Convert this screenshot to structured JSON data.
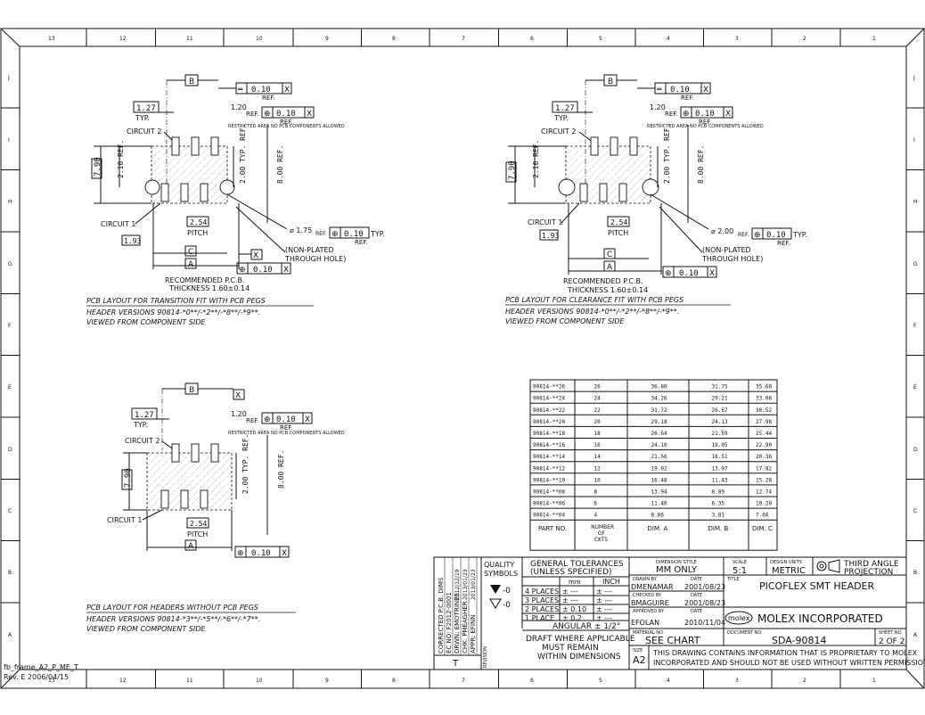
{
  "zones_top": [
    "13",
    "12",
    "11",
    "10",
    "9",
    "8",
    "7",
    "6",
    "5",
    "4",
    "3",
    "2",
    "1"
  ],
  "zones_side": [
    "J",
    "I",
    "H",
    "G",
    "F",
    "E",
    "D",
    "C",
    "B",
    "A"
  ],
  "layouts": [
    {
      "pitch_label": "1.27",
      "typ": "TYP.",
      "l20": "1.20",
      "ref": "REF.",
      "ref_box": "0.10",
      "circuit2": "CIRCUIT 2",
      "circuit1": "CIRCUIT 1",
      "restricted": "RESTRICTED AREA NO PCB COMPONENTS ALLOWED",
      "h790": "7.90",
      "h210": "2.10 REF.",
      "h200": "2.00 TYP. REF.",
      "h800": "8.00 REF.",
      "pitch_box": "2.54",
      "pitch_word": "PITCH",
      "w193": "1.93",
      "dia": "⌀ 1.75",
      "dia_tol": "0.10",
      "dia_typ": "TYP.",
      "ref2": "REF.",
      "np1": "(NON-PLATED",
      "np2": "THROUGH HOLE)",
      "pcb1": "RECOMMENDED P.C.B.",
      "pcb2": "THICKNESS 1.60±0.14",
      "cap1": "PCB LAYOUT FOR TRANSITION FIT WITH PCB PEGS",
      "cap2": "HEADER VERSIONS 90814-*0**/-*2**/-*8**/-*9**.",
      "cap3": "VIEWED FROM COMPONENT SIDE"
    },
    {
      "pitch_label": "1.27",
      "typ": "TYP.",
      "l20": "1.20",
      "ref": "REF.",
      "ref_box": "0.10",
      "circuit2": "CIRCUIT 2",
      "circuit1": "CIRCUIT 1",
      "restricted": "RESTRICTED AREA NO PCB COMPONENTS ALLOWED",
      "h790": "7.90",
      "h210": "2.10 REF.",
      "h200": "2.00 TYP. REF.",
      "h800": "8.00 REF.",
      "pitch_box": "2.54",
      "pitch_word": "PITCH",
      "w193": "1.93",
      "dia": "⌀ 2.00",
      "dia_tol": "0.10",
      "dia_typ": "TYP.",
      "ref2": "REF.",
      "np1": "(NON-PLATED",
      "np2": "THROUGH HOLE)",
      "pcb1": "RECOMMENDED P.C.B.",
      "pcb2": "THICKNESS 1.60±0.14",
      "cap1": "PCB LAYOUT FOR CLEARANCE FIT WITH PCB PEGS",
      "cap2": "HEADER VERSIONS 90814-*0**/-*2**/-*8**/-*9**.",
      "cap3": "VIEWED FROM COMPONENT SIDE"
    },
    {
      "pitch_label": "1.27",
      "typ": "TYP.",
      "l20": "1.20",
      "ref": "REF.",
      "ref_box": "0.10",
      "circuit2": "CIRCUIT 2",
      "circuit1": "CIRCUIT 1",
      "restricted": "RESTRICTED AREA NO PCB COMPONENTS ALLOWED",
      "h790": "7.90",
      "h200": "2.00 TYP. REF.",
      "h800": "8.00 REF.",
      "pitch_box": "2.54",
      "pitch_word": "PITCH",
      "cap1": "PCB LAYOUT FOR HEADERS WITHOUT PCB PEGS",
      "cap2": "HEADER VERSIONS 90814-*3**/-*5**/-*6**/-*7**.",
      "cap3": "VIEWED FROM COMPONENT SIDE"
    }
  ],
  "table": {
    "headers": [
      "PART NO.",
      "NUMBER OF CKTS",
      "DIM. A",
      "DIM. B",
      "DIM. C"
    ],
    "rows": [
      [
        "90814-**26",
        "26",
        "36.80",
        "31.75",
        "35.60"
      ],
      [
        "90814-**24",
        "24",
        "34.26",
        "29.21",
        "33.06"
      ],
      [
        "90814-**22",
        "22",
        "31.72",
        "26.67",
        "30.52"
      ],
      [
        "90814-**20",
        "20",
        "29.18",
        "24.13",
        "27.98"
      ],
      [
        "90814-**18",
        "18",
        "26.64",
        "21.59",
        "25.44"
      ],
      [
        "90814-**16",
        "16",
        "24.10",
        "19.05",
        "22.90"
      ],
      [
        "90814-**14",
        "14",
        "21.56",
        "16.51",
        "20.36"
      ],
      [
        "90814-**12",
        "12",
        "19.02",
        "13.97",
        "17.82"
      ],
      [
        "90814-**10",
        "10",
        "16.48",
        "11.43",
        "15.28"
      ],
      [
        "90814-**08",
        "8",
        "13.94",
        "8.89",
        "12.74"
      ],
      [
        "90814-**06",
        "6",
        "11.40",
        "6.35",
        "10.20"
      ],
      [
        "90814-**04",
        "4",
        "8.86",
        "3.81",
        "7.66"
      ]
    ]
  },
  "title_block": {
    "quality": "QUALITY SYMBOLS",
    "gen_tol1": "GENERAL TOLERANCES",
    "gen_tol2": "(UNLESS SPECIFIED)",
    "mm": "mm",
    "inch": "INCH",
    "places": [
      "4 PLACES",
      "3 PLACES",
      "2 PLACES",
      "1 PLACE"
    ],
    "mm_tol": [
      "± ---",
      "± ---",
      "± 0.10",
      "± 0.2"
    ],
    "in_tol": [
      "± ---",
      "± ---",
      "± ---",
      "± ---"
    ],
    "angular": "ANGULAR ± 1/2°",
    "draft1": "DRAFT WHERE APPLICABLE",
    "draft2": "MUST REMAIN",
    "draft3": "WITHIN DIMENSIONS",
    "dim_style_lbl": "DIMENSION STYLE",
    "dim_style": "MM ONLY",
    "drawn_lbl": "DRAWN BY",
    "drawn": "DMENAMAR",
    "drawn_date": "2001/08/23",
    "checked_lbl": "CHECKED BY",
    "checked": "BMAGUIRE",
    "checked_date": "2001/08/23",
    "approved_lbl": "APPROVED BY",
    "approved": "EFOLAN",
    "approved_date": "2010/11/04",
    "date_lbl": "DATE",
    "material_lbl": "MATERIAL NO.",
    "material": "SEE CHART",
    "size_lbl": "SIZE",
    "size": "A2",
    "scale_lbl": "SCALE",
    "scale": "5:1",
    "units_lbl": "DESIGN UNITS",
    "units": "METRIC",
    "proj1": "THIRD ANGLE",
    "proj2": "PROJECTION",
    "title_lbl": "TITLE",
    "title": "PICOFLEX SMT HEADER",
    "company": "MOLEX INCORPORATED",
    "logo": "molex",
    "doc_lbl": "DOCUMENT NO.",
    "doc": "SDA-90814",
    "sheet_lbl": "SHEET NO.",
    "sheet": "2 OF 2",
    "notice1": "THIS DRAWING CONTAINS INFORMATION THAT IS PROPRIETARY TO MOLEX",
    "notice2": "INCORPORATED AND SHOULD NOT BE USED WITHOUT WRITTEN PERMISSION",
    "rev_cols": [
      "CORRECTED P.C.B. DIMS",
      "EC NO: F2012-0001",
      "DRWN: EMOTRINES",
      "CHK: PMEAGHER",
      "APPR: EFINN"
    ],
    "rev_dates": [
      "2012/12/19",
      "2013/01/23",
      "2013/01/23"
    ],
    "rev_letter": "T",
    "revision_lbl": "REVISION",
    "quality_sym": [
      "▼-0",
      "▽-0"
    ]
  },
  "frame_note": {
    "line1": "fb_frame_A2_P_ME_T",
    "line2": "Rev. E 2006/04/15"
  }
}
